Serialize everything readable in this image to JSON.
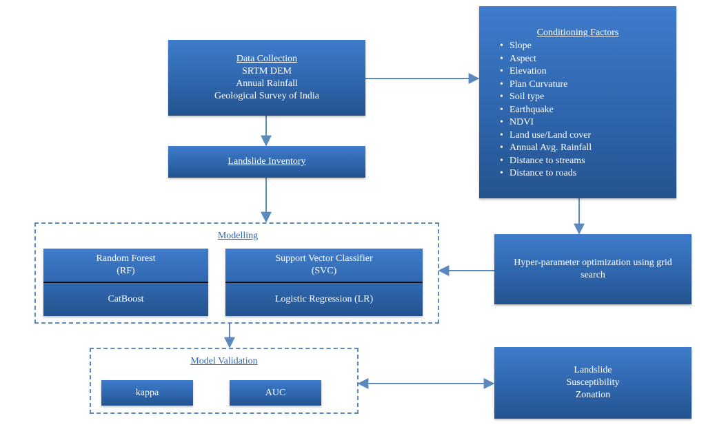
{
  "data_collection": {
    "title": "Data Collection",
    "lines": [
      "SRTM DEM",
      "Annual Rainfall",
      "Geological Survey of India"
    ]
  },
  "conditioning_factors": {
    "title": "Conditioning Factors",
    "items": [
      "Slope",
      "Aspect",
      "Elevation",
      "Plan Curvature",
      "Soil type",
      "Earthquake",
      "NDVI",
      "Land use/Land cover",
      "Annual Avg. Rainfall",
      "Distance to streams",
      "Distance to roads"
    ]
  },
  "landslide_inventory": {
    "title": "Landslide Inventory"
  },
  "modelling": {
    "title": "Modelling",
    "rf": {
      "line1": "Random Forest",
      "line2": "(RF)",
      "bottom": "CatBoost"
    },
    "svc": {
      "line1": "Support Vector Classifier",
      "line2": "(SVC)",
      "bottom": "Logistic Regression (LR)"
    }
  },
  "hyperparameter": {
    "text": "Hyper-parameter optimization using grid search"
  },
  "model_validation": {
    "title": "Model Validation",
    "items": [
      "kappa",
      "AUC"
    ]
  },
  "susceptibility": {
    "lines": [
      "Landslide",
      "Susceptibility",
      "Zonation"
    ]
  }
}
